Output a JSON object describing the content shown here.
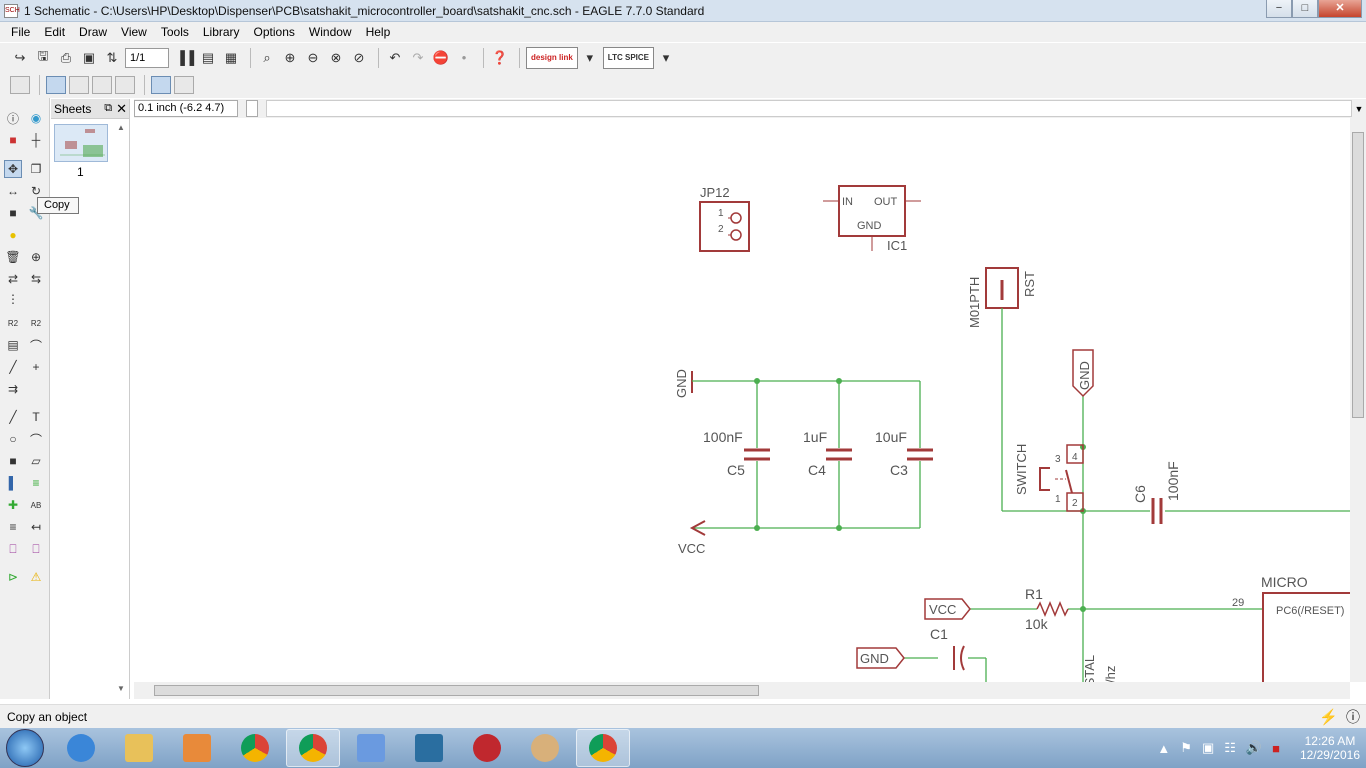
{
  "window": {
    "title": "1 Schematic - C:\\Users\\HP\\Desktop\\Dispenser\\PCB\\satshakit_microcontroller_board\\satshakit_cnc.sch - EAGLE 7.7.0 Standard",
    "min": "−",
    "max": "□",
    "close": "✕"
  },
  "menu": [
    "File",
    "Edit",
    "Draw",
    "View",
    "Tools",
    "Library",
    "Options",
    "Window",
    "Help"
  ],
  "toolbar": {
    "sheet_select": "1/1",
    "design_link": "design link",
    "ltc_spice": "LTC SPICE"
  },
  "tooltip": "Copy",
  "sheets": {
    "title": "Sheets",
    "thumb_number": "1"
  },
  "coordinate": "0.1 inch (-6.2 4.7)",
  "status": "Copy an object",
  "schematic": {
    "jp12": "JP12",
    "jp12_pin1": "1",
    "jp12_pin2": "2",
    "ic1": "IC1",
    "ic1_in": "IN",
    "ic1_out": "OUT",
    "ic1_gnd": "GND",
    "m01pth": "M01PTH",
    "rst": "RST",
    "gnd1": "GND",
    "gnd2": "GND",
    "gnd3": "GND",
    "vcc1": "VCC",
    "vcc2": "VCC",
    "c5_val": "100nF",
    "c5": "C5",
    "c4_val": "1uF",
    "c4": "C4",
    "c3_val": "10uF",
    "c3": "C3",
    "switch": "SWITCH",
    "sw_pin4": "4",
    "sw_pin3": "3",
    "sw_pin2": "2",
    "sw_pin1": "1",
    "c6": "C6",
    "c6_val": "100nF",
    "r1": "R1",
    "r1_val": "10k",
    "c1": "C1",
    "micro": "MICRO",
    "pin29": "29",
    "pc6": "PC6(/RESET)",
    "ystal": "/STAL",
    "mhz": "/hz"
  },
  "tray": {
    "time": "12:26 AM",
    "date": "12/29/2016"
  },
  "colors": {
    "wire": "#4caf50",
    "part": "#a23a3a",
    "label": "#555555"
  }
}
